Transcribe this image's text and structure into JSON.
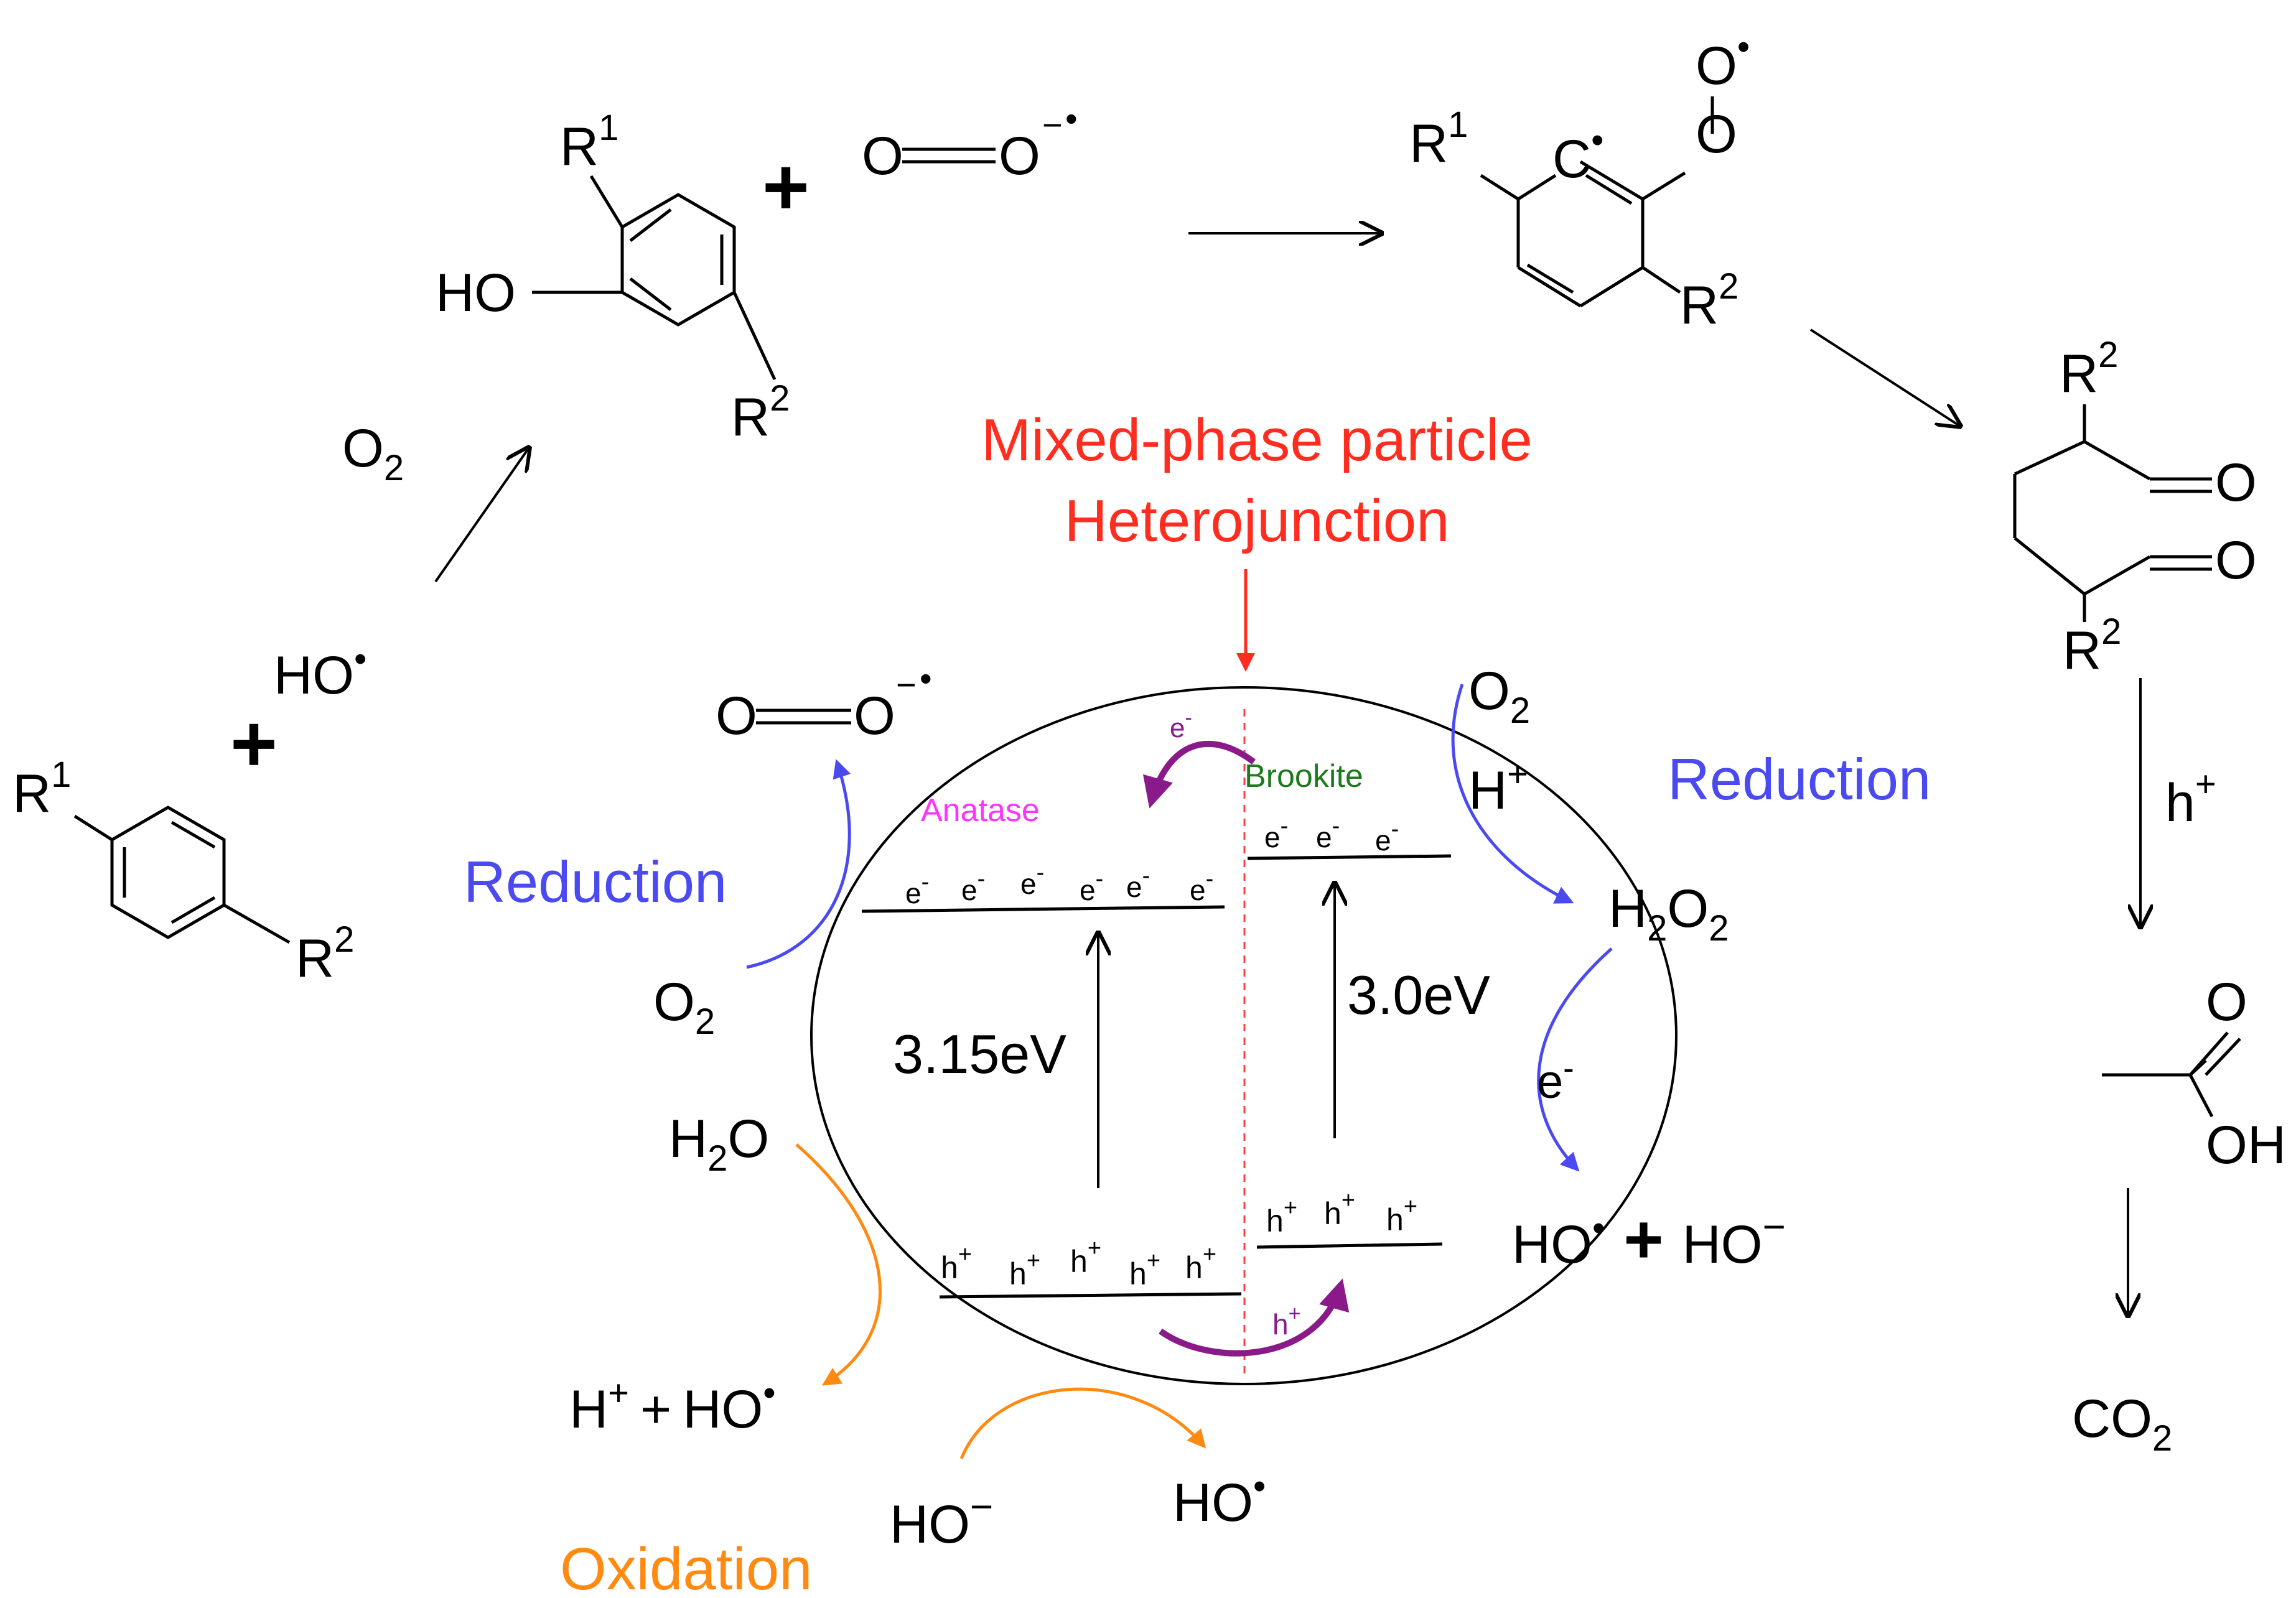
{
  "title": {
    "line1": "Mixed-phase particle",
    "line2": "Heterojunction"
  },
  "phases": {
    "anatase": "Anatase",
    "brookite": "Brookite"
  },
  "band_gaps": {
    "anatase": "3.15eV",
    "brookite": "3.0eV"
  },
  "carriers": {
    "electron": "e",
    "hole": "h",
    "minus": "-",
    "plus": "+"
  },
  "labels": {
    "reduction": "Reduction",
    "oxidation": "Oxidation",
    "O": "O",
    "H": "H",
    "HO": "HO",
    "HO_dash": "HO",
    "OH": "OH",
    "HO_plain": "HO",
    "C": "C",
    "CO": "CO",
    "R": "R",
    "sub1": "1",
    "sub2": "2",
    "plus_sign": "+",
    "radical": "•",
    "minus_sign": "−"
  },
  "colors": {
    "title": "#ff2d1f",
    "reduction": "#4a4af0",
    "oxidation": "#ff8a12",
    "transfer": "#8a1a8a",
    "anatase": "#ff33ff",
    "brookite": "#1e7a1e",
    "interface": "#ff4040"
  }
}
